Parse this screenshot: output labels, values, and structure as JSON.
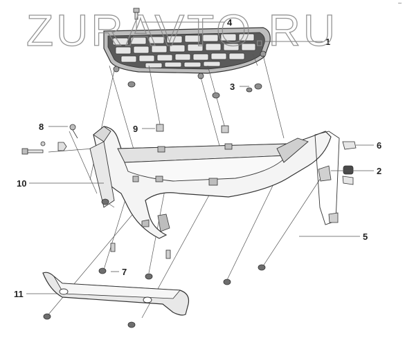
{
  "watermark": {
    "text": "ZURAVTO.RU"
  },
  "corner_mark": "~",
  "colors": {
    "line": "#333333",
    "fill_light": "#f2f2f2",
    "fill_mid": "#d9d9d9",
    "fill_dark": "#4a4a4a",
    "leader": "#555555"
  },
  "callouts": [
    {
      "id": "c1",
      "label": "1"
    },
    {
      "id": "c2",
      "label": "2"
    },
    {
      "id": "c3",
      "label": "3"
    },
    {
      "id": "c4",
      "label": "4"
    },
    {
      "id": "c5",
      "label": "5"
    },
    {
      "id": "c6",
      "label": "6"
    },
    {
      "id": "c7",
      "label": "7"
    },
    {
      "id": "c8",
      "label": "8"
    },
    {
      "id": "c9",
      "label": "9"
    },
    {
      "id": "c10",
      "label": "10"
    },
    {
      "id": "c11",
      "label": "11"
    }
  ]
}
